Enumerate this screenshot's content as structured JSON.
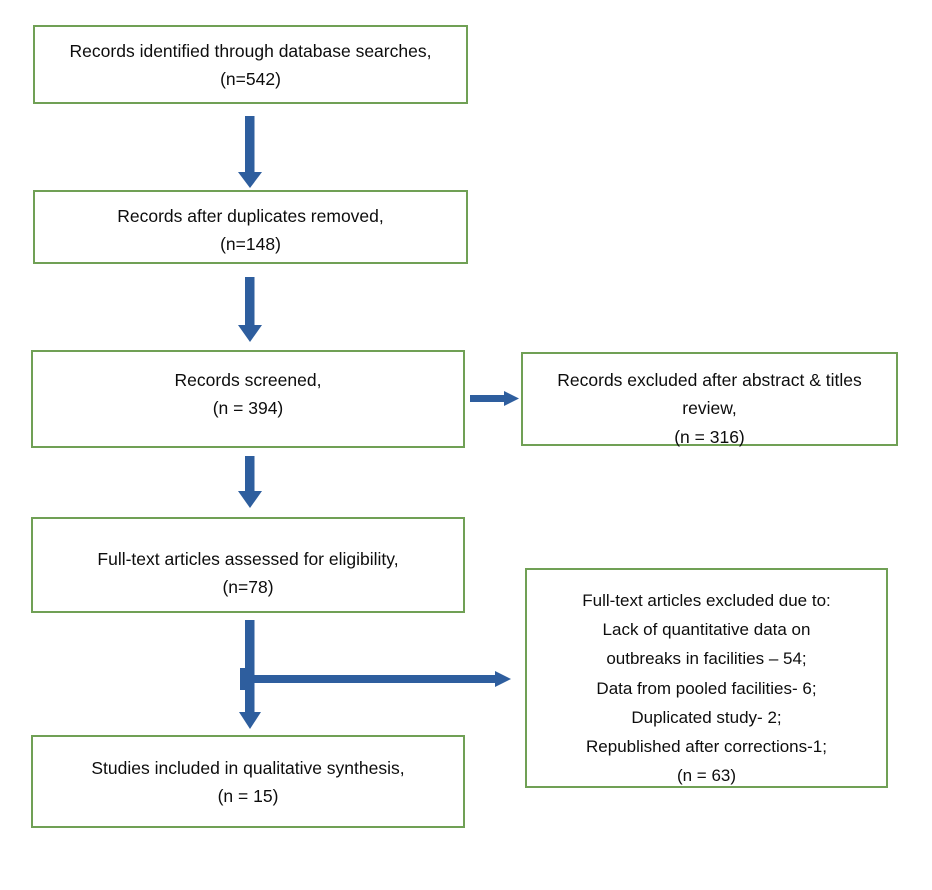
{
  "diagram": {
    "title": "PRISMA study selection flow diagram",
    "colors": {
      "box_border": "#70a055",
      "arrow": "#2e5e9e",
      "text": "#0d0d0d",
      "background": "#ffffff"
    },
    "nodes": {
      "identified": {
        "name": "records-identified",
        "lines": [
          "Records identified through database searches,",
          "(n=542)"
        ],
        "count": 542
      },
      "duplicates_removed": {
        "name": "records-after-duplicates-removed",
        "lines": [
          "Records after duplicates removed,",
          "(n=148)"
        ],
        "count": 148
      },
      "screened": {
        "name": "records-screened",
        "lines": [
          "Records screened,",
          "(n = 394)"
        ],
        "count": 394
      },
      "excluded_abstract": {
        "name": "records-excluded-abstract-titles",
        "lines": [
          "Records excluded after abstract & titles",
          "review,",
          "(n = 316)"
        ],
        "count": 316
      },
      "fulltext_assessed": {
        "name": "full-text-articles-assessed",
        "lines": [
          "Full-text articles assessed for eligibility,",
          "(n=78)"
        ],
        "count": 78
      },
      "excluded_fulltext": {
        "name": "full-text-articles-excluded",
        "lines": [
          "Full-text articles excluded due to:",
          "Lack of quantitative data on",
          "outbreaks in facilities – 54;",
          "Data from pooled facilities- 6;",
          "Duplicated study- 2;",
          "Republished after corrections-1;",
          "(n = 63)"
        ],
        "count": 63,
        "reasons": [
          {
            "reason": "Lack of quantitative data on outbreaks in facilities",
            "count": 54
          },
          {
            "reason": "Data from pooled facilities",
            "count": 6
          },
          {
            "reason": "Duplicated study",
            "count": 2
          },
          {
            "reason": "Republished after corrections",
            "count": 1
          }
        ]
      },
      "included": {
        "name": "studies-included-qualitative-synthesis",
        "lines": [
          "Studies included in qualitative synthesis,",
          "(n = 15)"
        ],
        "count": 15
      }
    },
    "connectors": [
      {
        "name": "arrow-identified-to-duplicates",
        "from": "identified",
        "to": "duplicates_removed",
        "direction": "down"
      },
      {
        "name": "arrow-duplicates-to-screened",
        "from": "duplicates_removed",
        "to": "screened",
        "direction": "down"
      },
      {
        "name": "arrow-screened-to-excluded-abstract",
        "from": "screened",
        "to": "excluded_abstract",
        "direction": "right"
      },
      {
        "name": "arrow-screened-to-fulltext",
        "from": "screened",
        "to": "fulltext_assessed",
        "direction": "down"
      },
      {
        "name": "arrow-fulltext-to-included",
        "from": "fulltext_assessed",
        "to": "included",
        "direction": "down"
      },
      {
        "name": "arrow-fulltext-to-excluded-fulltext",
        "from": "fulltext_assessed",
        "to": "excluded_fulltext",
        "direction": "right"
      }
    ]
  }
}
